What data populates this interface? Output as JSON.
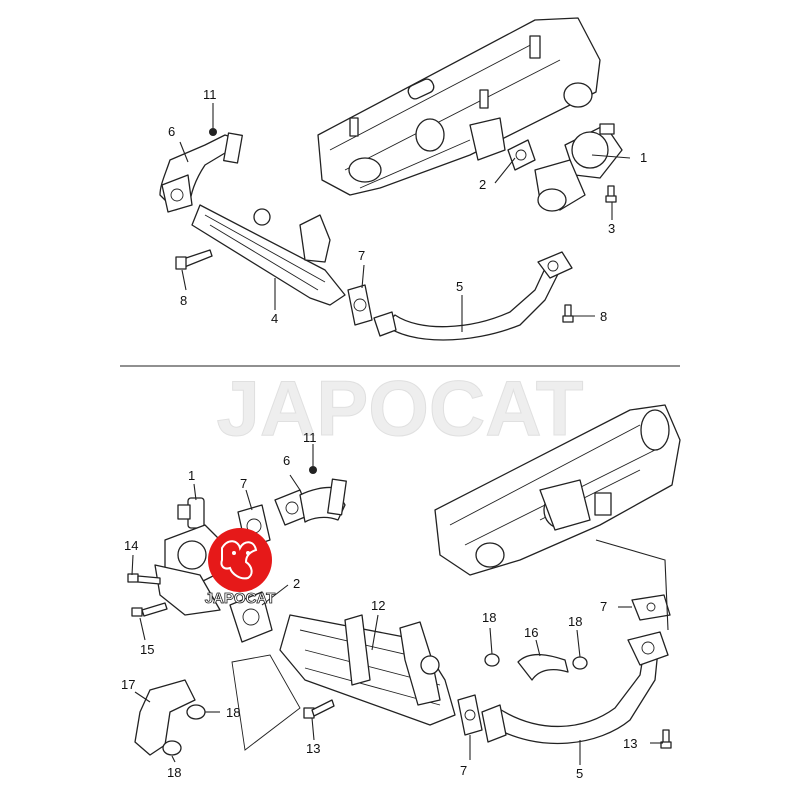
{
  "watermark": {
    "text": "JAPOCAT",
    "logo_text": "JAPOCAT",
    "logo_color": "#e61919"
  },
  "top": {
    "callouts": {
      "c1": "1",
      "c2": "2",
      "c3": "3",
      "c4": "4",
      "c5": "5",
      "c6": "6",
      "c7": "7",
      "c8a": "8",
      "c8b": "8",
      "c11": "11"
    }
  },
  "bottom": {
    "callouts": {
      "c1": "1",
      "c2": "2",
      "c5": "5",
      "c6": "6",
      "c7a": "7",
      "c7b": "7",
      "c7c": "7",
      "c11": "11",
      "c12": "12",
      "c13a": "13",
      "c13b": "13",
      "c14": "14",
      "c15": "15",
      "c16": "16",
      "c17": "17",
      "c18a": "18",
      "c18b": "18",
      "c18c": "18",
      "c18d": "18"
    }
  },
  "icons": {
    "logo": "cat-logo-icon"
  }
}
